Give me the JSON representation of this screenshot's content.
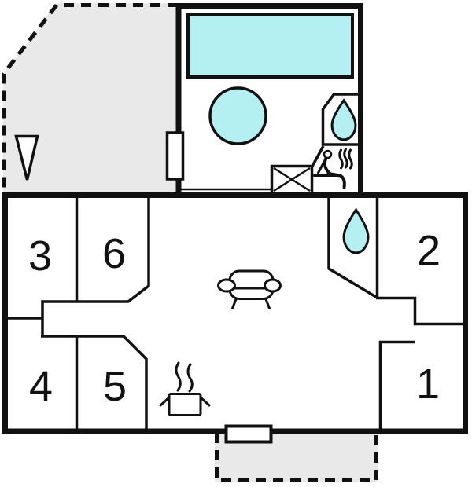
{
  "rooms": {
    "room1": {
      "label": "1"
    },
    "room2": {
      "label": "2"
    },
    "room3": {
      "label": "3"
    },
    "room4": {
      "label": "4"
    },
    "room5": {
      "label": "5"
    },
    "room6": {
      "label": "6"
    }
  },
  "icons": {
    "pool": "swimming-pool",
    "hot_tub": "hot-tub-circle",
    "shower_upper": "water-drop",
    "shower_lower": "water-drop",
    "sauna": "sauna-person-with-steam",
    "crossed_box": "box-with-x",
    "sofa": "sofa",
    "stove": "steaming-pot",
    "terrace_marker": "down-triangle",
    "door_left": "door-opening",
    "door_bottom": "door-opening"
  },
  "colors": {
    "water": "#b4f0f1",
    "terrace": "#e9e9e9",
    "wall": "#111111",
    "steam": "#999999"
  }
}
